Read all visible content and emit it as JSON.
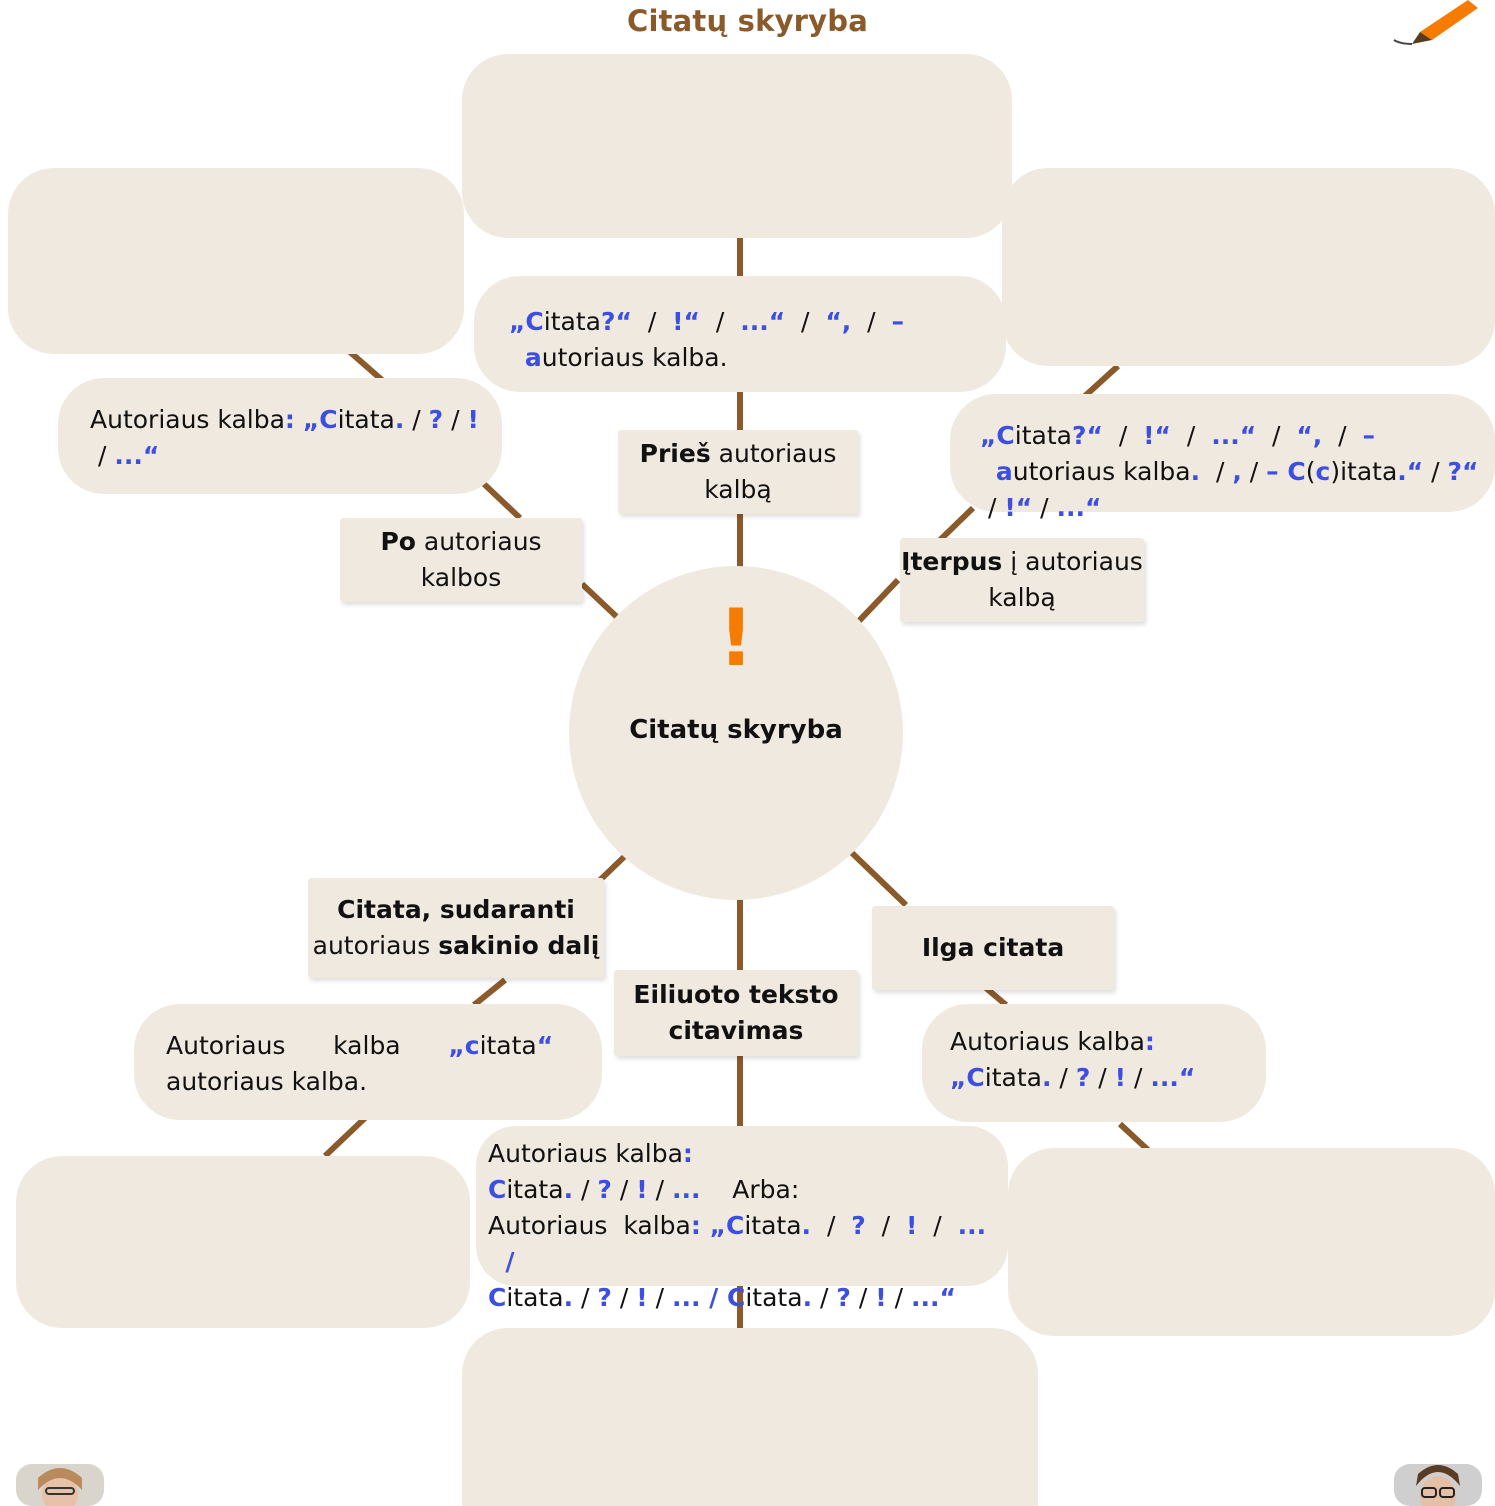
{
  "title": "Citatų skyryba",
  "center": {
    "symbol": "!",
    "label": "Citatų skyryba"
  },
  "branches": {
    "pries": {
      "bold": "Prieš",
      "rest": " autoriaus kalbą",
      "example_parts": [
        "„C",
        "itata",
        "?“",
        "  /  ",
        "!“",
        "  /  ",
        "...“",
        "  /  ",
        "“,",
        "  /  ",
        "–",
        "  ",
        "a",
        "utoriaus kalba."
      ]
    },
    "po": {
      "bold": "Po",
      "rest": " autoriaus kalbos",
      "example_parts": [
        "Autoriaus kalba",
        ":",
        " ",
        "„C",
        "itata",
        ".",
        " / ",
        "?",
        " / ",
        "!",
        " / ",
        "...“"
      ]
    },
    "iterpus": {
      "bold": "Įterpus",
      "rest": " į autoriaus kalbą",
      "example_parts": [
        "„C",
        "itata",
        "?“",
        "  /  ",
        "!“",
        "  /  ",
        "...“",
        "  /  ",
        "“,",
        "  /  ",
        "–",
        "  ",
        "a",
        "utoriaus kalba",
        ".",
        "  / ",
        ",",
        " / ",
        "– C",
        "(",
        "c",
        ")itata",
        ".“",
        " / ",
        "?“",
        " / ",
        "!“",
        " / ",
        "...“"
      ]
    },
    "sudaranti": {
      "bold1": "Citata, sudaranti",
      "plain": "autoriaus ",
      "bold2": "sakinio dalį",
      "example_parts": [
        "Autoriaus      kalba      ",
        "„c",
        "itata",
        "“",
        " autoriaus kalba."
      ]
    },
    "eiliuoto": {
      "label": "Eiliuoto teksto citavimas",
      "example_parts": [
        "Autoriaus kalba",
        ":",
        "C",
        "itata",
        ".",
        " / ",
        "?",
        " / ",
        "!",
        " / ",
        "...",
        "    Arba:",
        "Autoriaus  kalba",
        ":",
        " „C",
        "itata",
        ".",
        "  /  ",
        "?",
        "  /  ",
        "!",
        "  /  ",
        "...",
        "  /",
        "C",
        "itata",
        ".",
        " / ",
        "?",
        " / ",
        "!",
        " / ",
        "...",
        " / C",
        "itata",
        ".",
        " / ",
        "?",
        " / ",
        "!",
        " / ",
        "...“"
      ]
    },
    "ilga": {
      "label": "Ilga citata",
      "example_parts": [
        "Autoriaus kalba",
        ":",
        "„C",
        "itata",
        ".",
        " / ",
        "?",
        " / ",
        "!",
        " / ",
        "...“"
      ]
    }
  },
  "colors": {
    "title": "#8a5a2b",
    "box": "#f0e9df",
    "connector": "#8b5a2b",
    "punctuation": "#3d4fe0",
    "exclamation": "#f57c00"
  },
  "icons": [
    "pen-nib-icon",
    "teacher-photo-left",
    "teacher-photo-right"
  ]
}
